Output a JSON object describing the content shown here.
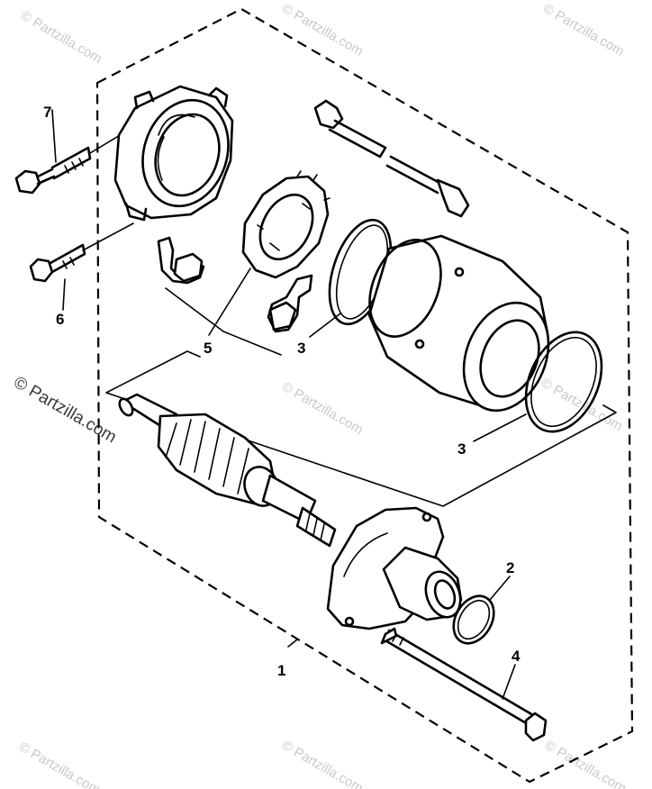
{
  "watermark": {
    "text": "© Partzilla.com"
  },
  "callouts": {
    "c1": "1",
    "c2": "2",
    "c3a": "3",
    "c3b": "3",
    "c4": "4",
    "c5": "5",
    "c6": "6",
    "c7": "7"
  },
  "colors": {
    "line": "#000000",
    "background": "#ffffff",
    "watermark": "#c9c9c9"
  }
}
